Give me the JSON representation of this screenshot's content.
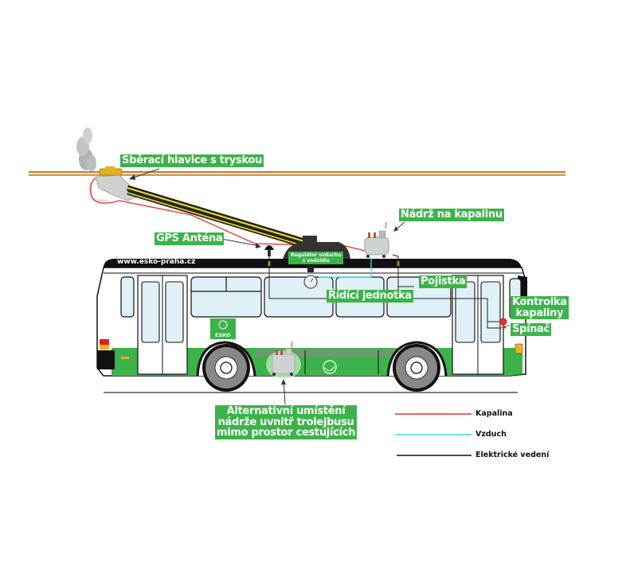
{
  "diagram": {
    "labels": {
      "collector_head": "Sběrací hlavice s tryskou",
      "tank": "Nádrž na kapalinu",
      "gps": "GPS Anténa",
      "air_regulator_line1": "Regulátor vzduchu",
      "air_regulator_line2": "z vodzidla",
      "control_unit": "Řídící jednotka",
      "fuse": "Pojistka",
      "indicator_line1": "Kontrolka",
      "indicator_line2": "kapaliny",
      "switch": "Spínač",
      "alt_tank_line1": "Alternativní umístění",
      "alt_tank_line2": "nádrže uvnitř trolejbusu",
      "alt_tank_line3": "mimo prostor cestujících"
    },
    "bus": {
      "website": "www.esko-praha.cz",
      "logo_text": "ESKO"
    },
    "legend": [
      {
        "label": "Kapalina",
        "color": "#e83030"
      },
      {
        "label": "Vzduch",
        "color": "#2ee0ee"
      },
      {
        "label": "Elektrické vedení",
        "color": "#111111"
      }
    ],
    "colors": {
      "label_bg": "#3cb34a",
      "bus_green": "#3cb34a",
      "window": "#dff1f7",
      "overhead_wire": "#c07a2a",
      "pole_yellow": "#f0e020"
    }
  }
}
